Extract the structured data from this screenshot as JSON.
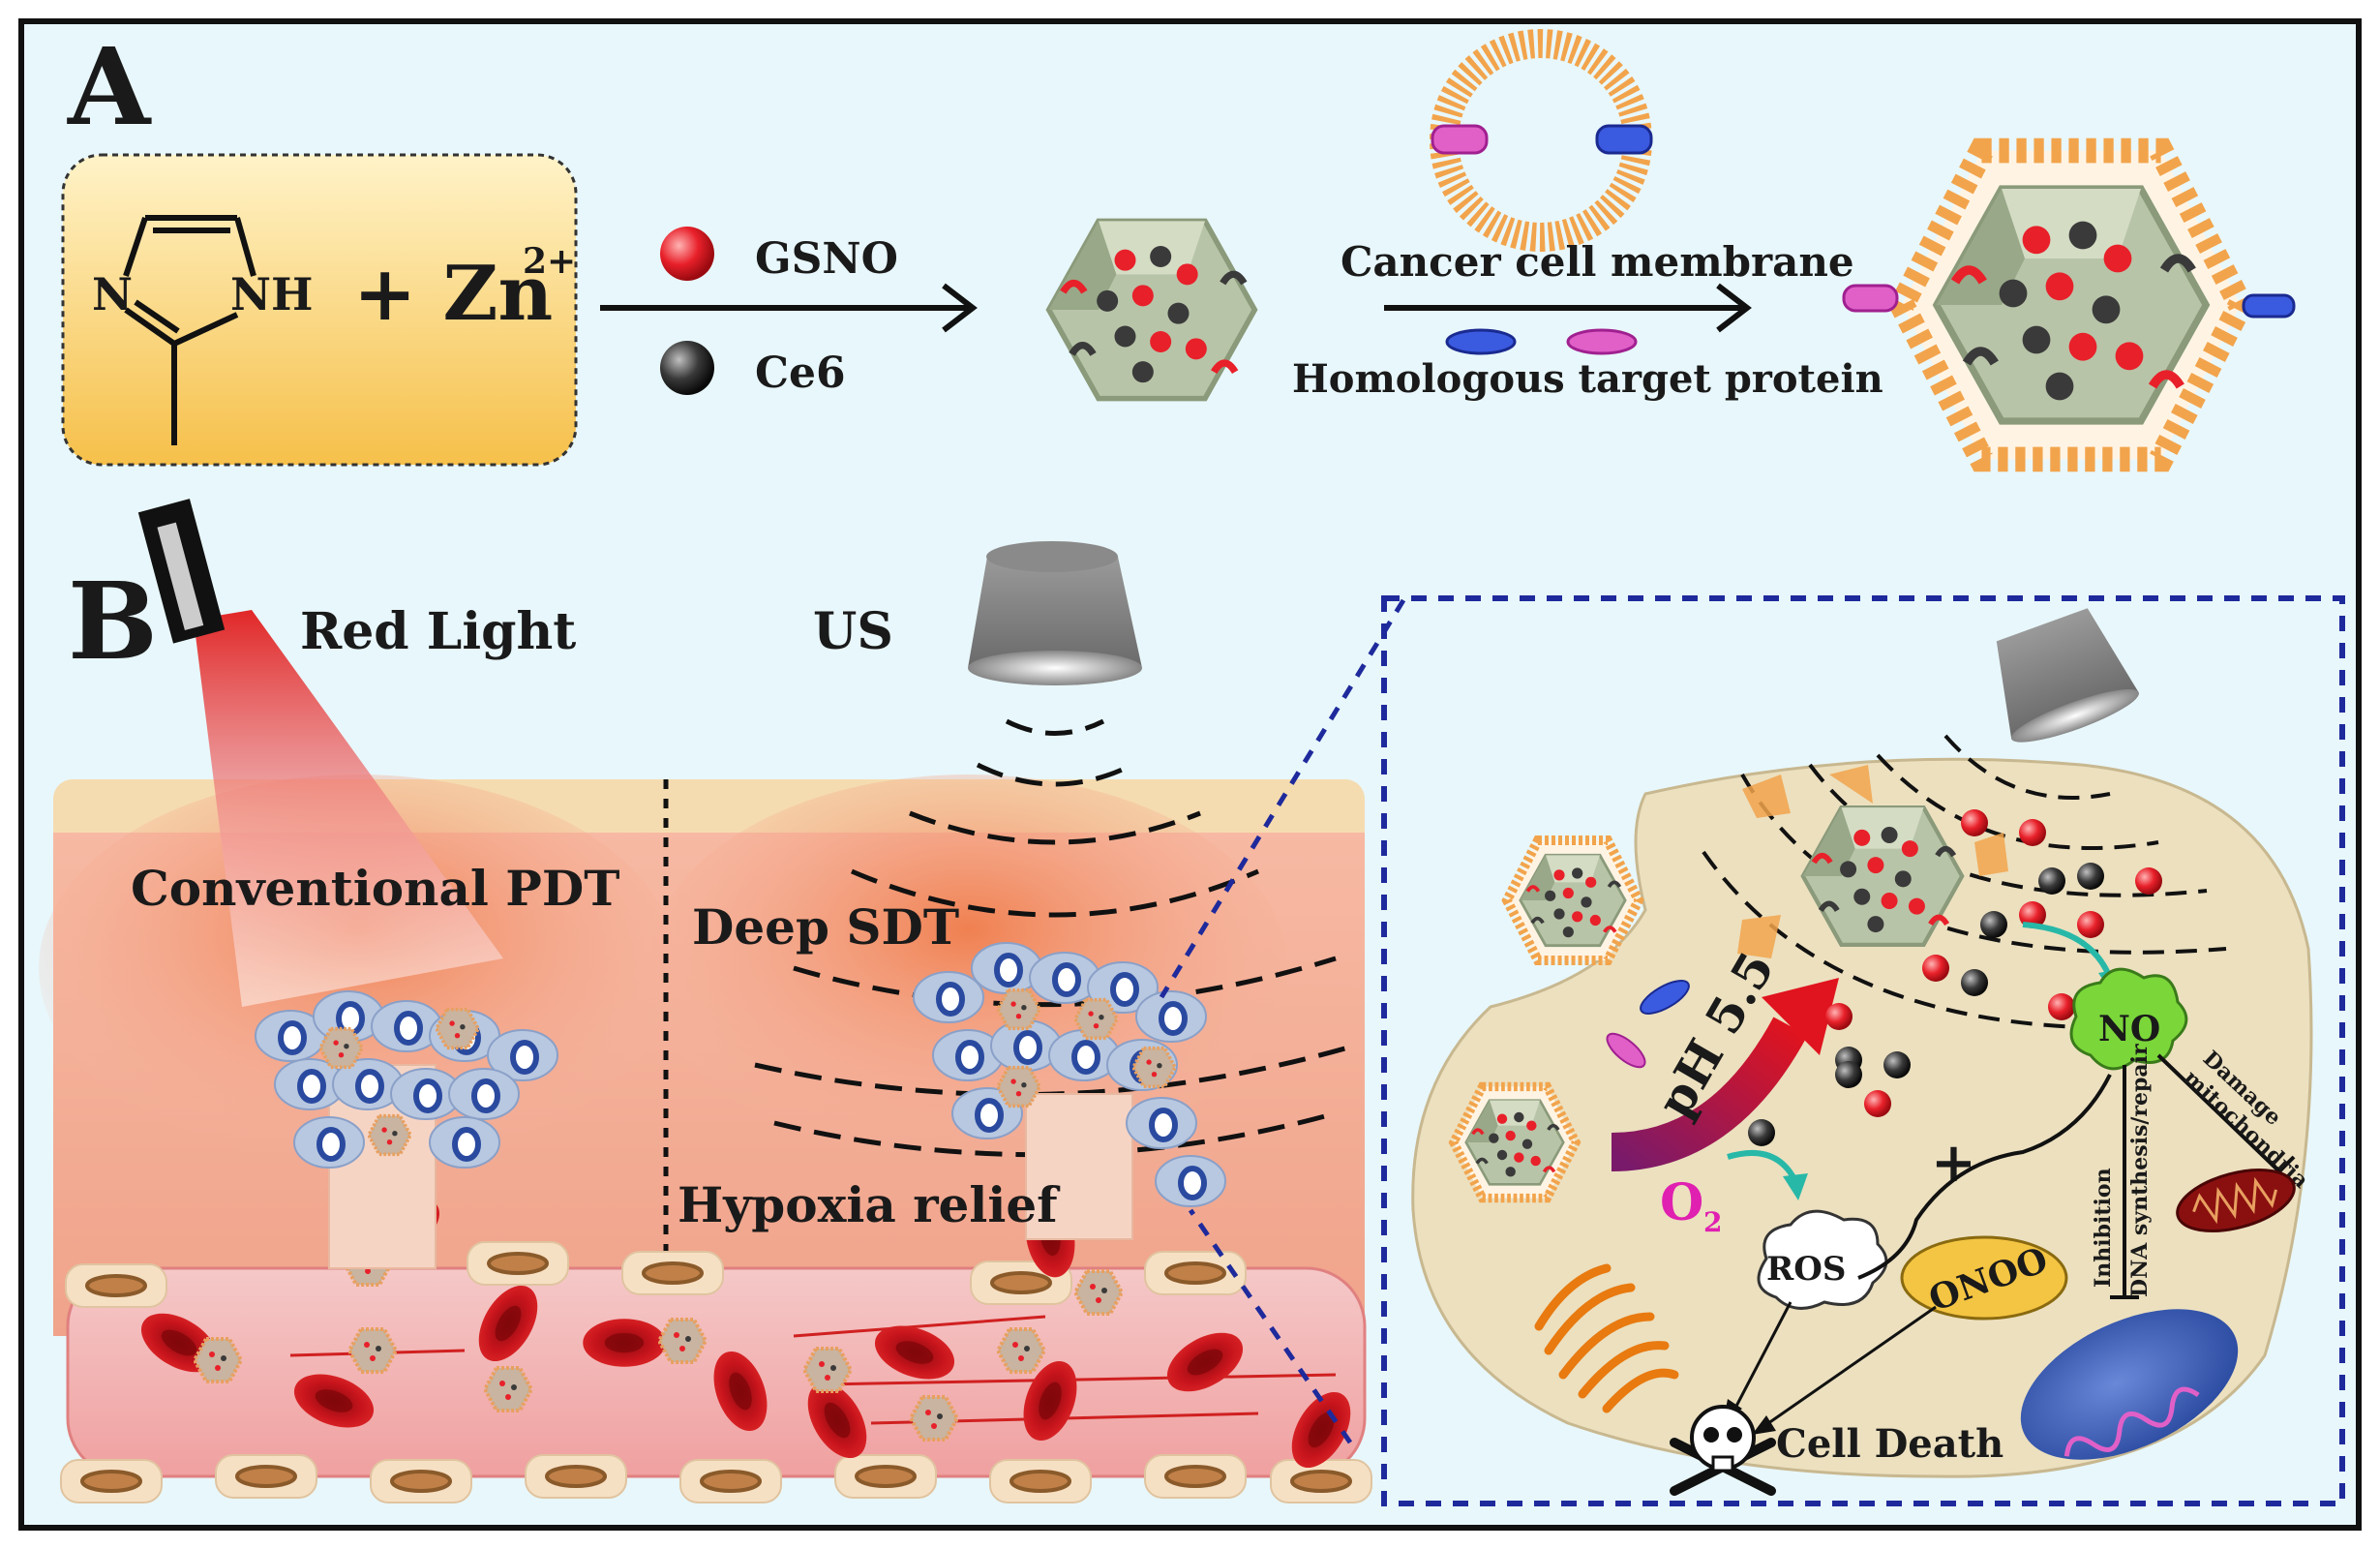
{
  "panel_a": {
    "letter": "A",
    "imidazole": {
      "n_left": "N",
      "nh_right": "NH"
    },
    "plus_zn": "+ Zn",
    "zn_charge": "2+",
    "legend_gsno": "GSNO",
    "legend_ce6": "Ce6",
    "membrane_label": "Cancer cell membrane",
    "protein_label": "Homologous target protein"
  },
  "panel_b": {
    "letter": "B",
    "red_light": "Red  Light",
    "us": "US",
    "conventional_pdt": "Conventional PDT",
    "deep_sdt": "Deep SDT",
    "hypoxia_relief": "Hypoxia relief",
    "ph": "pH 5.5",
    "o2": "O",
    "o2_sub": "2",
    "no": "NO",
    "ros": "ROS",
    "onoo": "ONOO",
    "plus": "+",
    "cell_death": "Cell Death",
    "inhibition": "Inhibition",
    "dna_repair": "DNA synthesis/repair",
    "damage": "Damage",
    "mitochondria": "mitochondria"
  },
  "colors": {
    "background": "#e8f7fb",
    "gsno_red": "#e8202a",
    "ce6_dark": "#3a3a3a",
    "membrane_orange": "#f2a44c",
    "cell_body": "#ece0bf",
    "no_green": "#7bd63a",
    "onoo_yellow": "#f4c542",
    "o2_magenta": "#e020b0",
    "arrow_teal": "#28b8a8",
    "blood_red": "#c8141c",
    "dashed_blue": "#1e2a9c"
  }
}
